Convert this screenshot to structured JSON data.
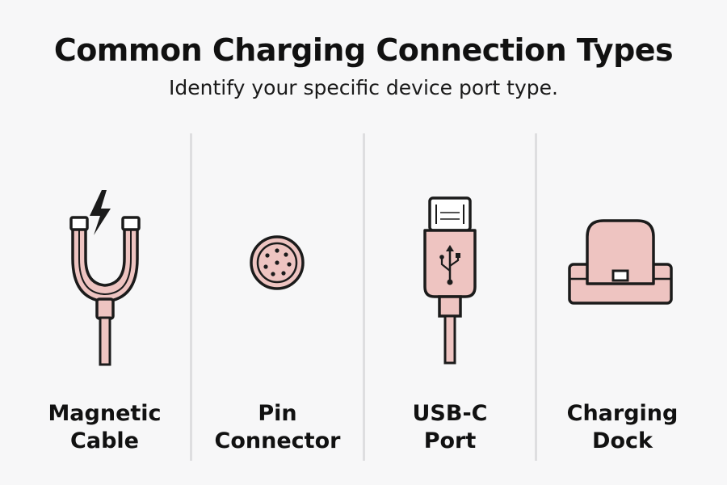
{
  "header": {
    "title": "Common Charging Connection Types",
    "subtitle": "Identify your specific device port type."
  },
  "panels": [
    {
      "line1": "Magnetic",
      "line2": "Cable",
      "icon": "magnetic-cable-icon"
    },
    {
      "line1": "Pin",
      "line2": "Connector",
      "icon": "pin-connector-icon"
    },
    {
      "line1": "USB-C",
      "line2": "Port",
      "icon": "usb-c-port-icon"
    },
    {
      "line1": "Charging",
      "line2": "Dock",
      "icon": "charging-dock-icon"
    }
  ],
  "colors": {
    "fill": "#eec4c1",
    "outline": "#1b1b1b",
    "divider": "#dedee0",
    "background": "#f7f7f8"
  }
}
